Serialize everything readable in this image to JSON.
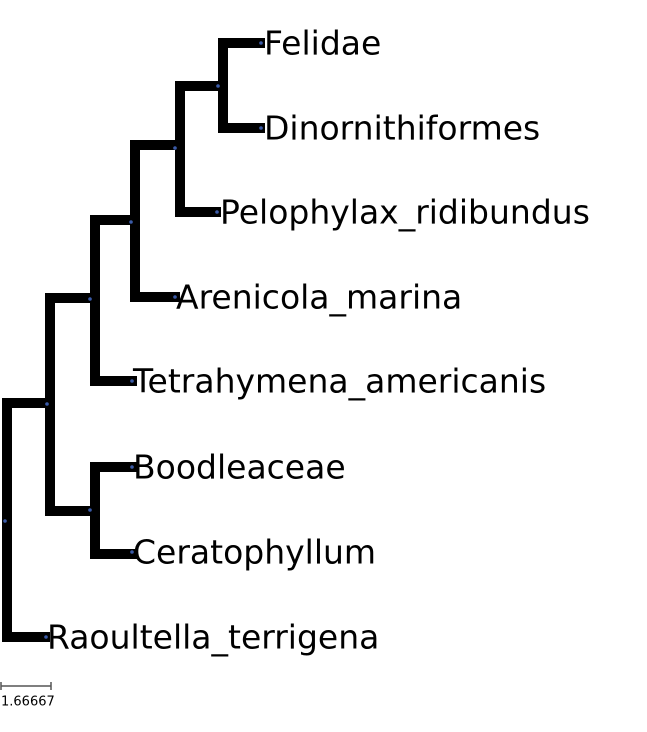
{
  "tree": {
    "leaves": [
      {
        "id": "felidae",
        "label": "Felidae"
      },
      {
        "id": "dinornithiformes",
        "label": "Dinornithiformes"
      },
      {
        "id": "pelophylax",
        "label": "Pelophylax_ridibundus"
      },
      {
        "id": "arenicola",
        "label": "Arenicola_marina"
      },
      {
        "id": "tetrahymena",
        "label": "Tetrahymena_americanis"
      },
      {
        "id": "boodleaceae",
        "label": "Boodleaceae"
      },
      {
        "id": "ceratophyllum",
        "label": "Ceratophyllum"
      },
      {
        "id": "raoultella",
        "label": "Raoultella_terrigena"
      }
    ]
  },
  "scale_bar": {
    "label": "1.66667"
  },
  "colors": {
    "branch": "#000000",
    "node": "#3b5ba8"
  }
}
